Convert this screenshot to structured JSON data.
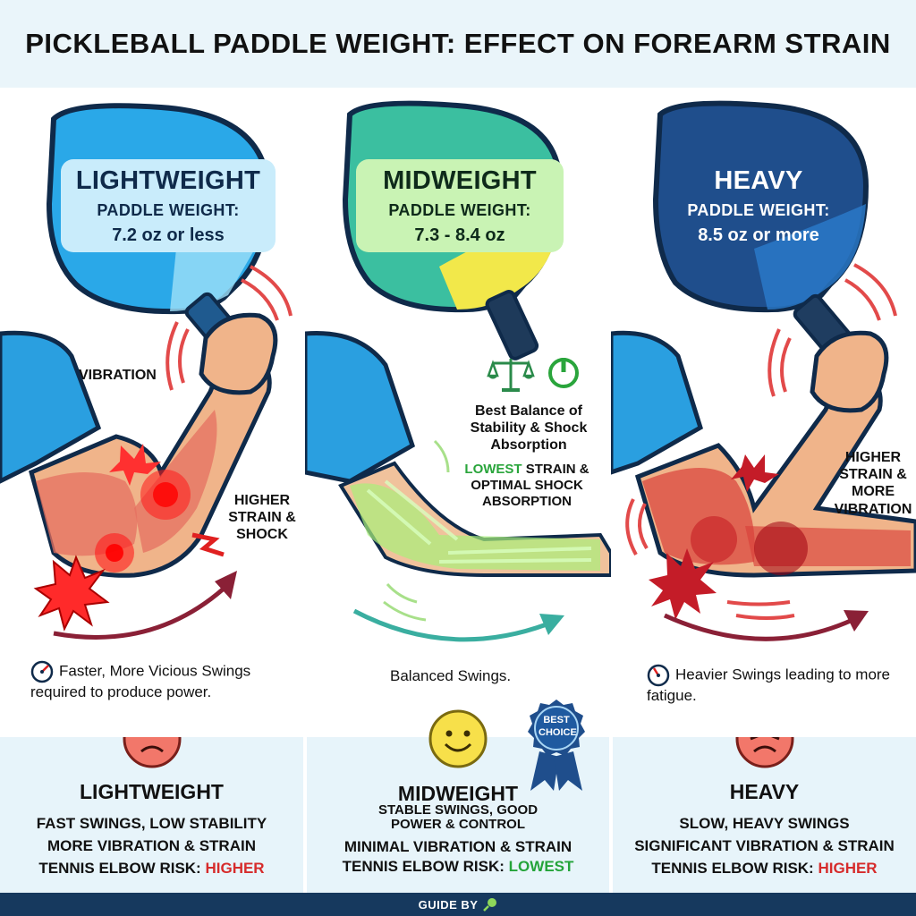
{
  "title": "PICKLEBALL PADDLE WEIGHT: EFFECT ON FOREARM STRAIN",
  "panels": [
    {
      "category": "LIGHTWEIGHT",
      "weight_label": "PADDLE WEIGHT:",
      "weight_value": "7.2 oz or less",
      "annotations": [
        "VIBRATION",
        "HIGHER STRAIN & SHOCK"
      ],
      "swing_note": "Faster, More Vicious Swings required to produce power.",
      "summary_title": "LIGHTWEIGHT",
      "summary_lines": [
        "FAST SWINGS, LOW STABILITY",
        "MORE VIBRATION & STRAIN"
      ],
      "risk_label": "TENNIS ELBOW RISK:",
      "risk_value": "HIGHER",
      "face": "sad-face-icon"
    },
    {
      "category": "MIDWEIGHT",
      "weight_label": "PADDLE WEIGHT:",
      "weight_value": "7.3 - 8.4 oz",
      "balance_note": "Best Balance of Stability & Shock Absorption",
      "lowest_highlight": "LOWEST",
      "lowest_rest": " STRAIN & OPTIMAL SHOCK ABSORPTION",
      "swing_note": "Balanced Swings.",
      "summary_title": "MIDWEIGHT",
      "summary_lines": [
        "STABLE SWINGS, GOOD POWER & CONTROL",
        "MINIMAL VIBRATION & STRAIN"
      ],
      "risk_label": "TENNIS ELBOW RISK:",
      "risk_value": "LOWEST",
      "badge": "BEST CHOICE",
      "face": "happy-face-icon"
    },
    {
      "category": "HEAVY",
      "weight_label": "PADDLE WEIGHT:",
      "weight_value": "8.5 oz or more",
      "annotations": [
        "HIGHER STRAIN & MORE VIBRATION"
      ],
      "swing_note": "Heavier Swings leading to more fatigue.",
      "summary_title": "HEAVY",
      "summary_lines": [
        "SLOW, HEAVY SWINGS",
        "SIGNIFICANT VIBRATION & STRAIN"
      ],
      "risk_label": "TENNIS ELBOW RISK:",
      "risk_value": "HIGHER",
      "face": "strained-face-icon"
    }
  ],
  "footer": "GUIDE BY",
  "colors": {
    "light_accent": "#c9ecfb",
    "mid_accent": "#c9f3b4",
    "heavy_accent": "#1f4e8c",
    "risk_high": "#d62b2b",
    "risk_low": "#24a43a",
    "footer_bg": "#16395e"
  }
}
